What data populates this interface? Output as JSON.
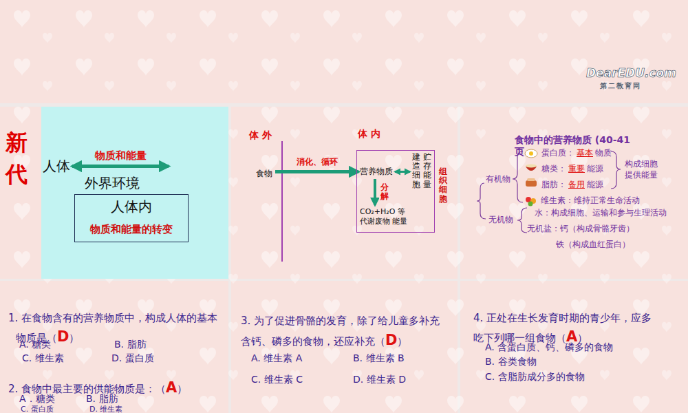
{
  "diagram": {
    "nodes": [
      {
        "text": [
          "人体"
        ]
      },
      {
        "text": [
          "外界环境"
        ]
      },
      {
        "text": [
          "人体内",
          "物质和能量的转变"
        ]
      },
      {
        "text": [
          "食物"
        ]
      },
      {
        "text": [
          "组织细胞"
        ]
      },
      {
        "text": [
          "营养物质"
        ],
        "in": 4
      },
      {
        "text": [
          "建造细胞",
          "贮存能量"
        ],
        "in": 4
      },
      {
        "text": [
          "CO₂+H₂O 等 代谢废物 能量"
        ],
        "in": 4
      }
    ],
    "edges": [
      {
        "from": 0,
        "to": 1,
        "arrow": "both",
        "label": "物质和能量"
      },
      {
        "from": 3,
        "to": 5,
        "arrow": "to",
        "label": "消化、循环"
      },
      {
        "from": 5,
        "to": 6,
        "arrow": "both"
      },
      {
        "from": 5,
        "to": 7,
        "arrow": "to",
        "label": "分解"
      }
    ],
    "labels": [
      "新",
      "代",
      "体 外",
      "体 内",
      "食物中的营养物质 (40-41 页",
      "蛋白质：",
      "基本",
      "物质",
      "糖类：",
      "重要",
      "能源",
      "脂肪：",
      "备用",
      "能源",
      "构成细胞 提供能量",
      "有机物",
      "维生素：维持正常生命活动",
      "无机物",
      "水：构成细胞、运输和参与生理活动",
      "无机盐：钙（构成骨骼牙齿）",
      "铁（构成血红蛋白）",
      "1. 在食物含有的营养物质中，构成人体的基本物质是（",
      "D",
      "）",
      "A. 糖类",
      "B. 脂肪",
      "C. 维生素",
      "D. 蛋白质",
      "2. 食物中最主要的供能物质是：（",
      "A",
      "）",
      "A．糖类",
      "B. 脂肪",
      "C. 蛋白质",
      "D. 维生素",
      "3. 为了促进骨骼的发育，除了给儿童多补充含钙、磷多的食物，还应补充（",
      "D",
      "）",
      "A. 维生素 A",
      "B. 维生素 B",
      "C. 维生素 C",
      "D. 维生素 D",
      "4. 正处在生长发育时期的青少年，应多吃下列哪一组食物（",
      "A",
      "）",
      "A. 含蛋白质、钙、磷多的食物",
      "B. 谷类食物",
      "C. 含脂肪成分多的食物",
      "DearEDU.com",
      "第二教育网"
    ]
  }
}
